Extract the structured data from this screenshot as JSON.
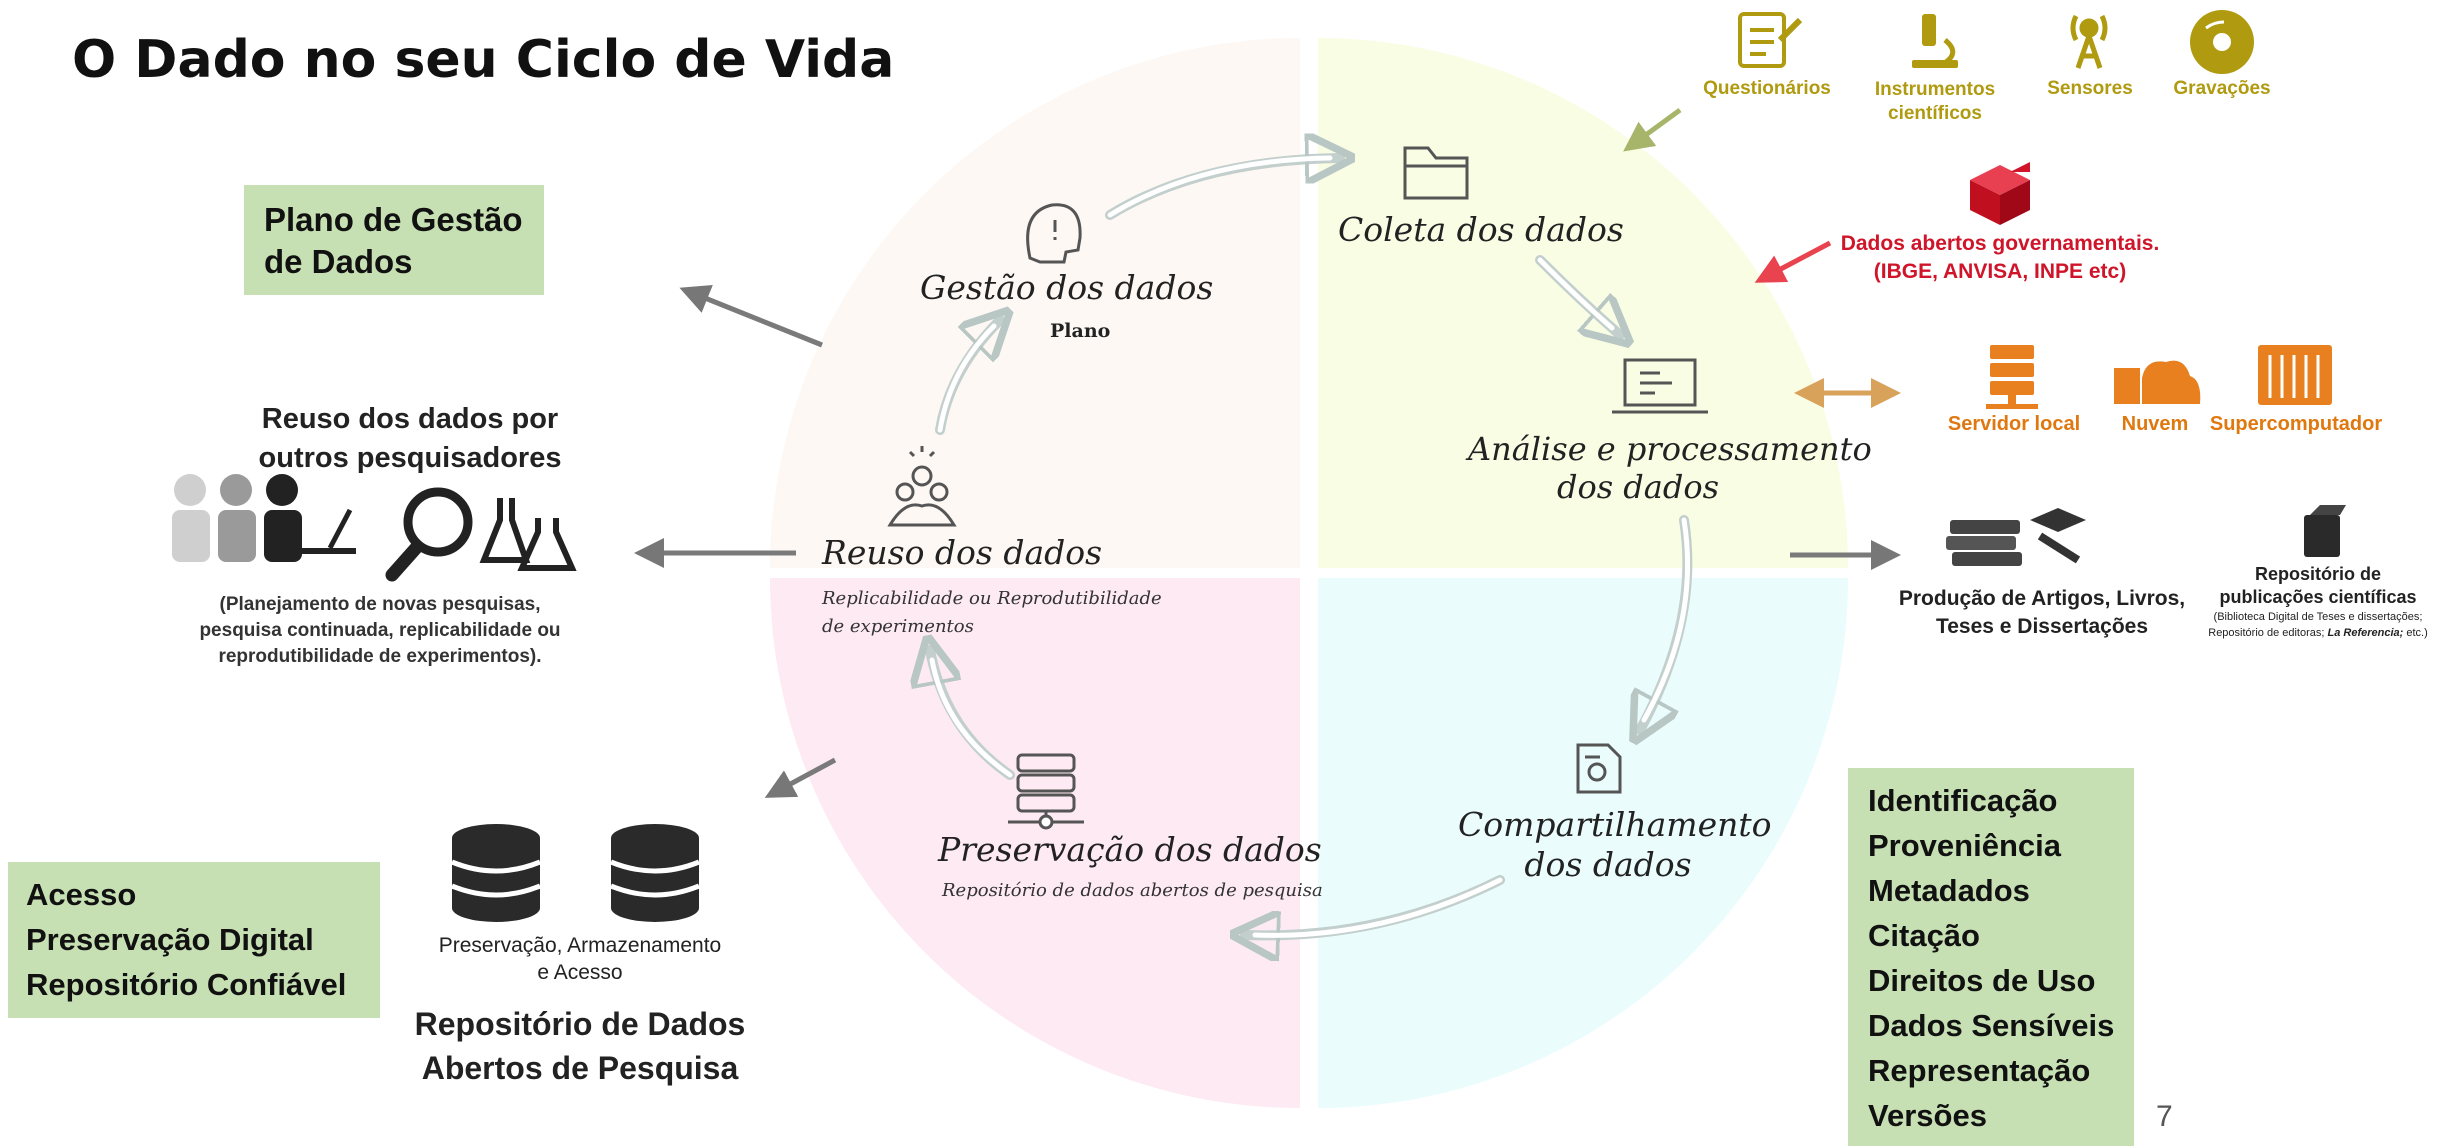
{
  "title": "O Dado no seu Ciclo de Vida",
  "page_number": "7",
  "stages": {
    "gestao": {
      "label": "Gestão dos dados",
      "sub": "Plano"
    },
    "coleta": {
      "label": "Coleta dos dados"
    },
    "analise": {
      "line1": "Análise e processamento",
      "line2": "dos dados"
    },
    "compartilhamento": {
      "line1": "Compartilhamento",
      "line2": "dos dados"
    },
    "preservacao": {
      "label": "Preservação dos dados",
      "sub": "Repositório de dados abertos de pesquisa"
    },
    "reuso": {
      "label": "Reuso dos dados",
      "sub1": "Replicabilidade ou Reprodutibilidade",
      "sub2": "de experimentos"
    }
  },
  "plano_box": {
    "line1": "Plano de Gestão",
    "line2": "de Dados"
  },
  "reuso_panel": {
    "heading1": "Reuso dos dados por",
    "heading2": "outros pesquisadores",
    "note1": "(Planejamento de novas pesquisas,",
    "note2": "pesquisa continuada, replicabilidade ou",
    "note3": "reprodutibilidade de experimentos)."
  },
  "repositorio_panel": {
    "caption1": "Preservação, Armazenamento",
    "caption2": "e Acesso",
    "heading1": "Repositório de Dados",
    "heading2": "Abertos de Pesquisa"
  },
  "acesso_box": {
    "items": [
      "Acesso",
      "Preservação Digital",
      "Repositório Confiável"
    ]
  },
  "metadata_box": {
    "items": [
      "Identificação",
      "Proveniência",
      "Metadados",
      "Citação",
      "Direitos de Uso",
      "Dados Sensíveis",
      "Representação",
      "Versões"
    ]
  },
  "sources": {
    "questionarios": "Questionários",
    "instrumentos1": "Instrumentos",
    "instrumentos2": "científicos",
    "sensores": "Sensores",
    "gravacoes": "Gravações"
  },
  "dados_abertos": {
    "line1": "Dados abertos governamentais.",
    "line2": "(IBGE, ANVISA, INPE etc)"
  },
  "compute": {
    "servidor": "Servidor local",
    "nuvem": "Nuvem",
    "supercomputador": "Supercomputador"
  },
  "publications": {
    "producao1": "Produção de Artigos, Livros,",
    "producao2": "Teses e Dissertações",
    "repo1": "Repositório de",
    "repo2": "publicações científicas",
    "repo3": "(Biblioteca Digital de Teses e dissertações;",
    "repo4_a": "Repositório de editoras; ",
    "repo4_b": "La Referencia;",
    "repo4_c": " etc.)"
  },
  "colors": {
    "quad_top_left": "#fdf8f3",
    "quad_top_right": "#f8fde4",
    "quad_bottom_left": "#fdeaf2",
    "quad_bottom_right": "#eafcfc",
    "green_box": "#c6e0b4",
    "olive_accent": "#b09a10",
    "orange_accent": "#e07810",
    "red_accent": "#d0152a"
  }
}
